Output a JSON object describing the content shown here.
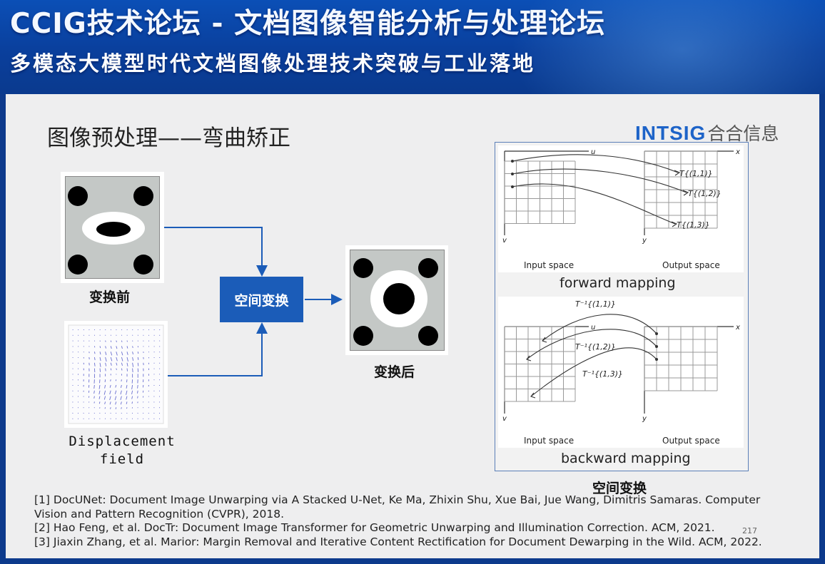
{
  "header": {
    "title": "CCIG技术论坛 - 文档图像智能分析与处理论坛",
    "subtitle": "多模态大模型时代文档图像处理技术突破与工业落地"
  },
  "slide": {
    "title": "图像预处理——弯曲矫正",
    "logo_brand": "INTSIG",
    "logo_cn": "合合信息",
    "before_label": "变换前",
    "displacement_label_line1": "Displacement",
    "displacement_label_line2": "field",
    "operation_label": "空间变换",
    "after_label": "变换后",
    "mapping": {
      "forward_caption": "forward mapping",
      "backward_caption": "backward mapping",
      "input_space": "Input space",
      "output_space": "Output space",
      "axis_u": "u",
      "axis_v": "v",
      "axis_x": "x",
      "axis_y": "y",
      "forward_labels": [
        "T{(1,1)}",
        "T{(1,2)}",
        "T{(1,3)}"
      ],
      "backward_labels": [
        "T⁻¹{(1,1)}",
        "T⁻¹{(1,2)}",
        "T⁻¹{(1,3)}"
      ],
      "frame_caption": "空间变换"
    },
    "references": [
      "[1] DocUNet: Document Image Unwarping via A Stacked U-Net, Ke Ma, Zhixin Shu, Xue Bai, Jue Wang, Dimitris Samaras. Computer",
      "Vision and Pattern Recognition (CVPR), 2018.",
      "[2] Hao Feng, et al. DocTr: Document Image Transformer for Geometric Unwarping and Illumination Correction. ACM, 2021.",
      "[3] Jiaxin Zhang, et al. Marior: Margin Removal and Iterative Content Rectification for Document Dewarping in the Wild. ACM, 2022."
    ],
    "page_number": "217"
  }
}
